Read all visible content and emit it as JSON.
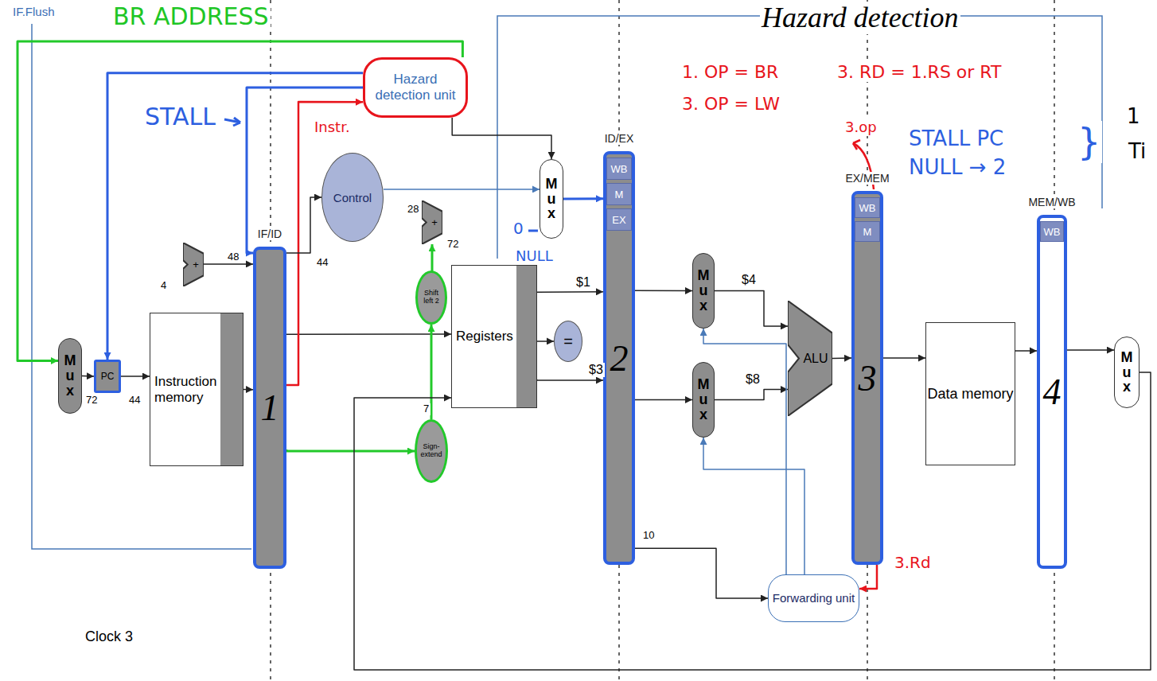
{
  "diagram": {
    "nodes": [
      {
        "text": [
          "Hazard detection unit"
        ]
      },
      {
        "text": [
          "Control"
        ]
      },
      {
        "text": [
          "M u x"
        ]
      },
      {
        "text": [
          "IF/ID",
          "1"
        ]
      },
      {
        "text": [
          "ID/EX",
          "2"
        ]
      },
      {
        "text": [
          "WB"
        ],
        "in": 4
      },
      {
        "text": [
          "M"
        ],
        "in": 4
      },
      {
        "text": [
          "EX"
        ],
        "in": 4
      },
      {
        "text": [
          "EX/MEM",
          "3"
        ]
      },
      {
        "text": [
          "WB"
        ],
        "in": 8
      },
      {
        "text": [
          "M"
        ],
        "in": 8
      },
      {
        "text": [
          "MEM/WB",
          "4"
        ]
      },
      {
        "text": [
          "WB"
        ],
        "in": 11
      },
      {
        "text": [
          "M u x"
        ]
      },
      {
        "text": [
          "PC"
        ]
      },
      {
        "text": [
          "Instruction memory"
        ]
      },
      {
        "text": [
          "+"
        ]
      },
      {
        "text": [
          "+"
        ]
      },
      {
        "text": [
          "Shift left 2"
        ]
      },
      {
        "text": [
          "Registers"
        ]
      },
      {
        "text": [
          "="
        ]
      },
      {
        "text": [
          "Sign-extend"
        ]
      },
      {
        "text": [
          "M u x"
        ]
      },
      {
        "text": [
          "M u x"
        ]
      },
      {
        "text": [
          "ALU"
        ]
      },
      {
        "text": [
          "Data memory"
        ]
      },
      {
        "text": [
          "M u x"
        ]
      },
      {
        "text": [
          "Forwarding unit"
        ]
      }
    ],
    "edges": [
      {
        "from": 13,
        "to": 14,
        "arrow": "to"
      },
      {
        "from": 14,
        "to": 15,
        "arrow": "to"
      },
      {
        "from": 15,
        "to": 3,
        "arrow": "to"
      },
      {
        "from": 3,
        "to": 19,
        "arrow": "to"
      },
      {
        "from": 19,
        "to": 4,
        "arrow": "to"
      },
      {
        "from": 19,
        "to": 4,
        "arrow": "to"
      },
      {
        "from": 4,
        "to": 22,
        "arrow": "to"
      },
      {
        "from": 4,
        "to": 23,
        "arrow": "to"
      },
      {
        "from": 22,
        "to": 24,
        "arrow": "to"
      },
      {
        "from": 23,
        "to": 24,
        "arrow": "to"
      },
      {
        "from": 24,
        "to": 8,
        "arrow": "to"
      },
      {
        "from": 8,
        "to": 25,
        "arrow": "to"
      },
      {
        "from": 25,
        "to": 11,
        "arrow": "to"
      },
      {
        "from": 11,
        "to": 26,
        "arrow": "to"
      },
      {
        "from": 1,
        "to": 2,
        "arrow": "to"
      },
      {
        "from": 2,
        "to": 4,
        "arrow": "to"
      },
      {
        "from": 3,
        "to": 0,
        "arrow": "to"
      },
      {
        "from": 3,
        "to": 21,
        "arrow": "to"
      },
      {
        "from": 21,
        "to": 18,
        "arrow": "to"
      },
      {
        "from": 18,
        "to": 17,
        "arrow": "to"
      },
      {
        "from": 8,
        "to": 27,
        "arrow": "to"
      },
      {
        "from": 4,
        "to": 27,
        "arrow": "to"
      },
      {
        "from": 27,
        "to": 22,
        "arrow": "to"
      },
      {
        "from": 27,
        "to": 23,
        "arrow": "to"
      },
      {
        "from": 16,
        "to": 3,
        "arrow": "to"
      },
      {
        "from": 3,
        "to": 1,
        "arrow": "to"
      },
      {
        "from": 0,
        "to": 14,
        "arrow": "to"
      },
      {
        "from": 0,
        "to": 3,
        "arrow": "to"
      },
      {
        "from": 0,
        "to": 2,
        "arrow": "to"
      },
      {
        "from": 19,
        "to": 20,
        "arrow": "to"
      },
      {
        "from": 0,
        "to": 13,
        "arrow": "to"
      },
      {
        "from": 26,
        "to": 19,
        "arrow": "to"
      }
    ],
    "labels": [
      "IF.Flush",
      "BR ADDRESS",
      "STALL",
      "Instr.",
      "Hazard detection",
      "1. OP = BR",
      "3. RD = 1.RS or RT",
      "3. OP = LW",
      "3.op",
      "STALL PC",
      "NULL → 2",
      "}",
      "1",
      "Ti",
      "NULL",
      "0",
      "3.Rd",
      "Clock 3",
      "$1",
      "$3",
      "$4",
      "$8",
      "48",
      "44",
      "72",
      "28",
      "7",
      "10",
      "4",
      "44",
      "72"
    ]
  }
}
